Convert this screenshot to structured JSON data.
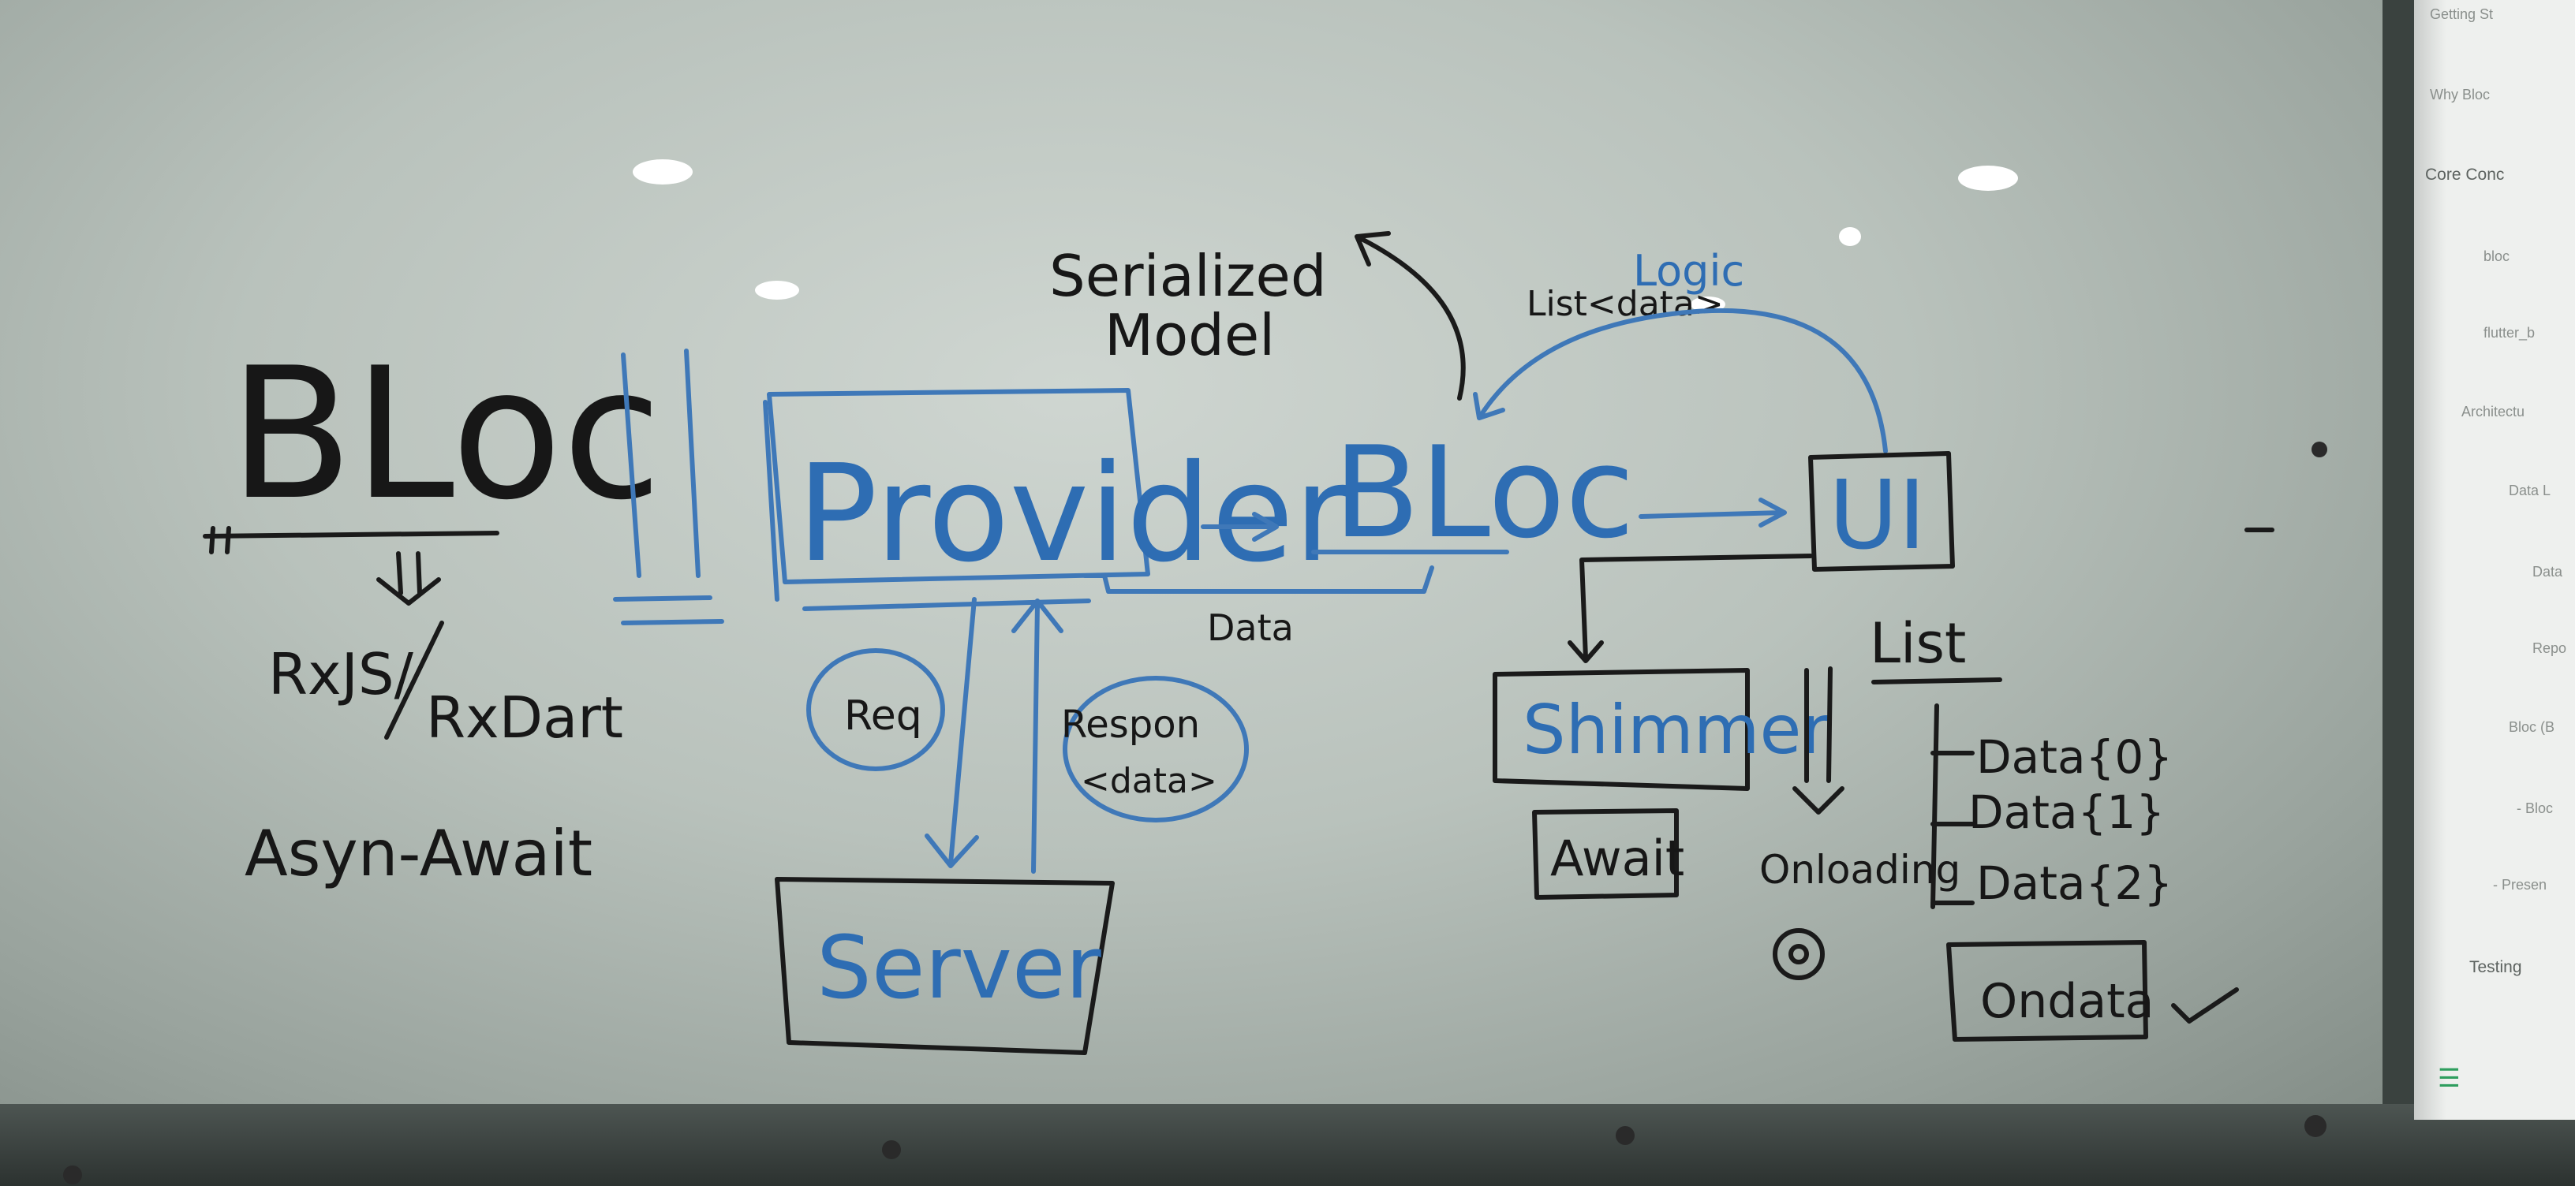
{
  "whiteboard": {
    "title_left": "BLoc",
    "bullets": [
      "RxJS/",
      "RxDart",
      "Asyn-Await"
    ],
    "provider": "Provider",
    "bloc": "BLoc",
    "ui": "UI",
    "serialized": "Serialized",
    "model": "Model",
    "logic": "Logic",
    "list_type": "List<data>",
    "req": "Req",
    "response": "Respon",
    "response_data": "<data>",
    "server": "Server",
    "data_label": "Data",
    "shimmer": "Shimmer",
    "await": "Await",
    "onloading": "Onloading",
    "list": "List",
    "list_items": [
      "Data{0}",
      "Data{1}",
      "Data{2}"
    ],
    "ondata": "Ondata"
  },
  "screen_menu": {
    "items": [
      "Getting St",
      "Why Bloc",
      "Core Conc",
      "bloc",
      "flutter_b",
      "Architectu",
      "Data L",
      "Data",
      "Repo",
      "Bloc (B",
      "- Bloc",
      "- Presen",
      "Testing"
    ]
  },
  "colors": {
    "marker_black": "#171717",
    "marker_blue": "#2e6db3",
    "board": "#c4ccc7"
  }
}
